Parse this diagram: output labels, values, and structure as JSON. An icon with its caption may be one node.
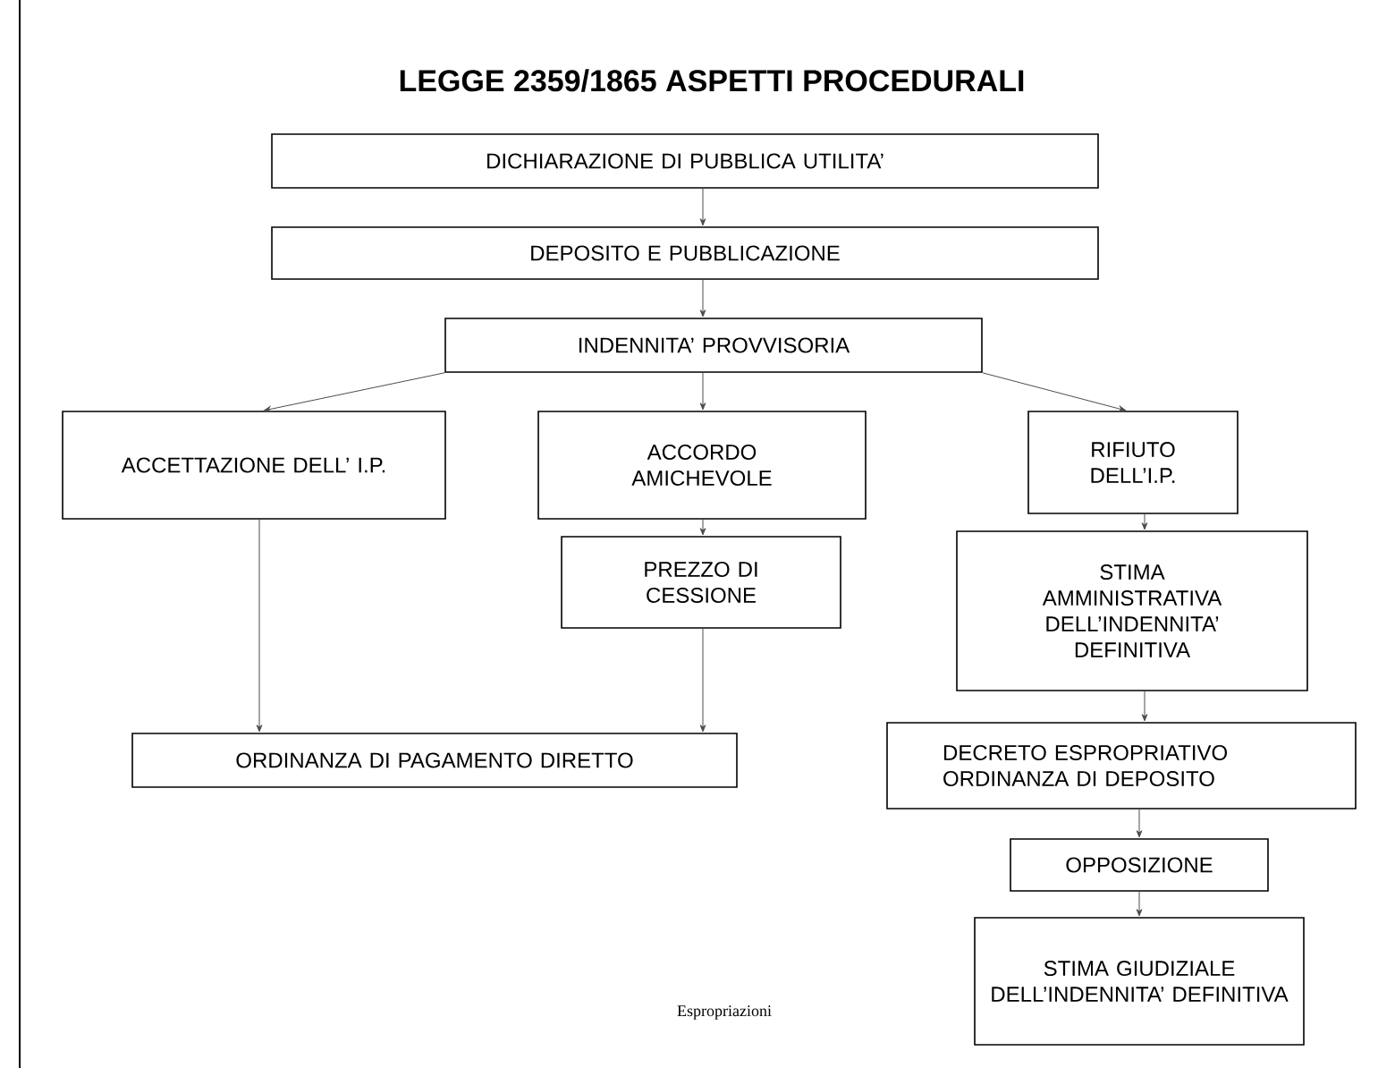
{
  "diagram": {
    "title": "LEGGE 2359/1865 ASPETTI PROCEDURALI",
    "nodes": [
      {
        "text": [
          "DICHIARAZIONE DI PUBBLICA UTILITA’"
        ]
      },
      {
        "text": [
          "DEPOSITO E PUBBLICAZIONE"
        ]
      },
      {
        "text": [
          "INDENNITA’ PROVVISORIA"
        ]
      },
      {
        "text": [
          "ACCETTAZIONE DELL’ I.P."
        ]
      },
      {
        "text": [
          "ACCORDO AMICHEVOLE"
        ]
      },
      {
        "text": [
          "RIFIUTO DELL’I.P."
        ]
      },
      {
        "text": [
          "PREZZO DI CESSIONE"
        ]
      },
      {
        "text": [
          "STIMA AMMINISTRATIVA DELL’INDENNITA’ DEFINITIVA"
        ]
      },
      {
        "text": [
          "ORDINANZA DI PAGAMENTO DIRETTO"
        ]
      },
      {
        "text": [
          "DECRETO ESPROPRIATIVO ORDINANZA DI DEPOSITO"
        ]
      },
      {
        "text": [
          "OPPOSIZIONE"
        ]
      },
      {
        "text": [
          "STIMA GIUDIZIALE DELL’INDENNITA’ DEFINITIVA"
        ]
      }
    ],
    "edges": [
      {
        "from": 0,
        "to": 1,
        "arrow": "to"
      },
      {
        "from": 1,
        "to": 2,
        "arrow": "to"
      },
      {
        "from": 2,
        "to": 3,
        "arrow": "to"
      },
      {
        "from": 2,
        "to": 4,
        "arrow": "to"
      },
      {
        "from": 2,
        "to": 5,
        "arrow": "to"
      },
      {
        "from": 4,
        "to": 6,
        "arrow": "to"
      },
      {
        "from": 3,
        "to": 8,
        "arrow": "to"
      },
      {
        "from": 6,
        "to": 8,
        "arrow": "to"
      },
      {
        "from": 5,
        "to": 7,
        "arrow": "to"
      },
      {
        "from": 7,
        "to": 9,
        "arrow": "to"
      },
      {
        "from": 9,
        "to": 10,
        "arrow": "to"
      },
      {
        "from": 10,
        "to": 11,
        "arrow": "to"
      }
    ],
    "labels": [
      "Espropriazioni"
    ]
  }
}
